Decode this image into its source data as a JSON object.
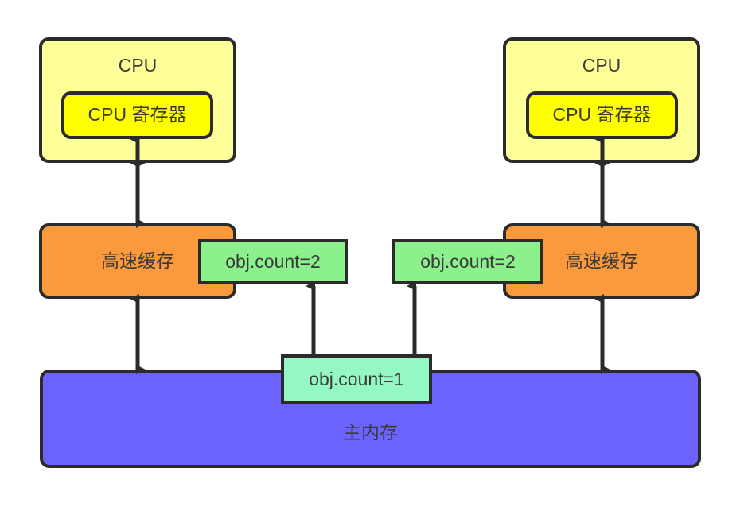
{
  "diagram": {
    "title": "CPU cache coherence / main memory visibility diagram",
    "colors": {
      "cpu_fill": "#ffff99",
      "register_fill": "#ffff00",
      "cache_fill": "#fb9a3c",
      "memory_fill": "#6c63ff",
      "value_fill": "#8cf08c",
      "value_main_fill": "#93f8c4",
      "stroke": "#2b2b2b",
      "text": "#3a3a3a",
      "background": "#ffffff"
    },
    "left": {
      "cpu_label": "CPU",
      "register_label": "CPU 寄存器",
      "cache_label": "高速缓存",
      "cache_value_label": "obj.count=2"
    },
    "right": {
      "cpu_label": "CPU",
      "register_label": "CPU 寄存器",
      "cache_label": "高速缓存",
      "cache_value_label": "obj.count=2"
    },
    "memory": {
      "label": "主内存",
      "value_label": "obj.count=1"
    },
    "arrows": [
      {
        "name": "left-register-to-cpu-edge",
        "kind": "double-headed",
        "orientation": "vertical"
      },
      {
        "name": "left-cpu-to-cache",
        "kind": "double-headed",
        "orientation": "vertical"
      },
      {
        "name": "left-cache-to-memory",
        "kind": "double-headed",
        "orientation": "vertical"
      },
      {
        "name": "right-register-to-cpu-edge",
        "kind": "double-headed",
        "orientation": "vertical"
      },
      {
        "name": "right-cpu-to-cache",
        "kind": "double-headed",
        "orientation": "vertical"
      },
      {
        "name": "right-cache-to-memory",
        "kind": "double-headed",
        "orientation": "vertical"
      },
      {
        "name": "memory-value-to-left-cache-value",
        "kind": "single-headed",
        "orientation": "vertical-up"
      },
      {
        "name": "memory-value-to-right-cache-value",
        "kind": "single-headed",
        "orientation": "vertical-up"
      }
    ]
  }
}
